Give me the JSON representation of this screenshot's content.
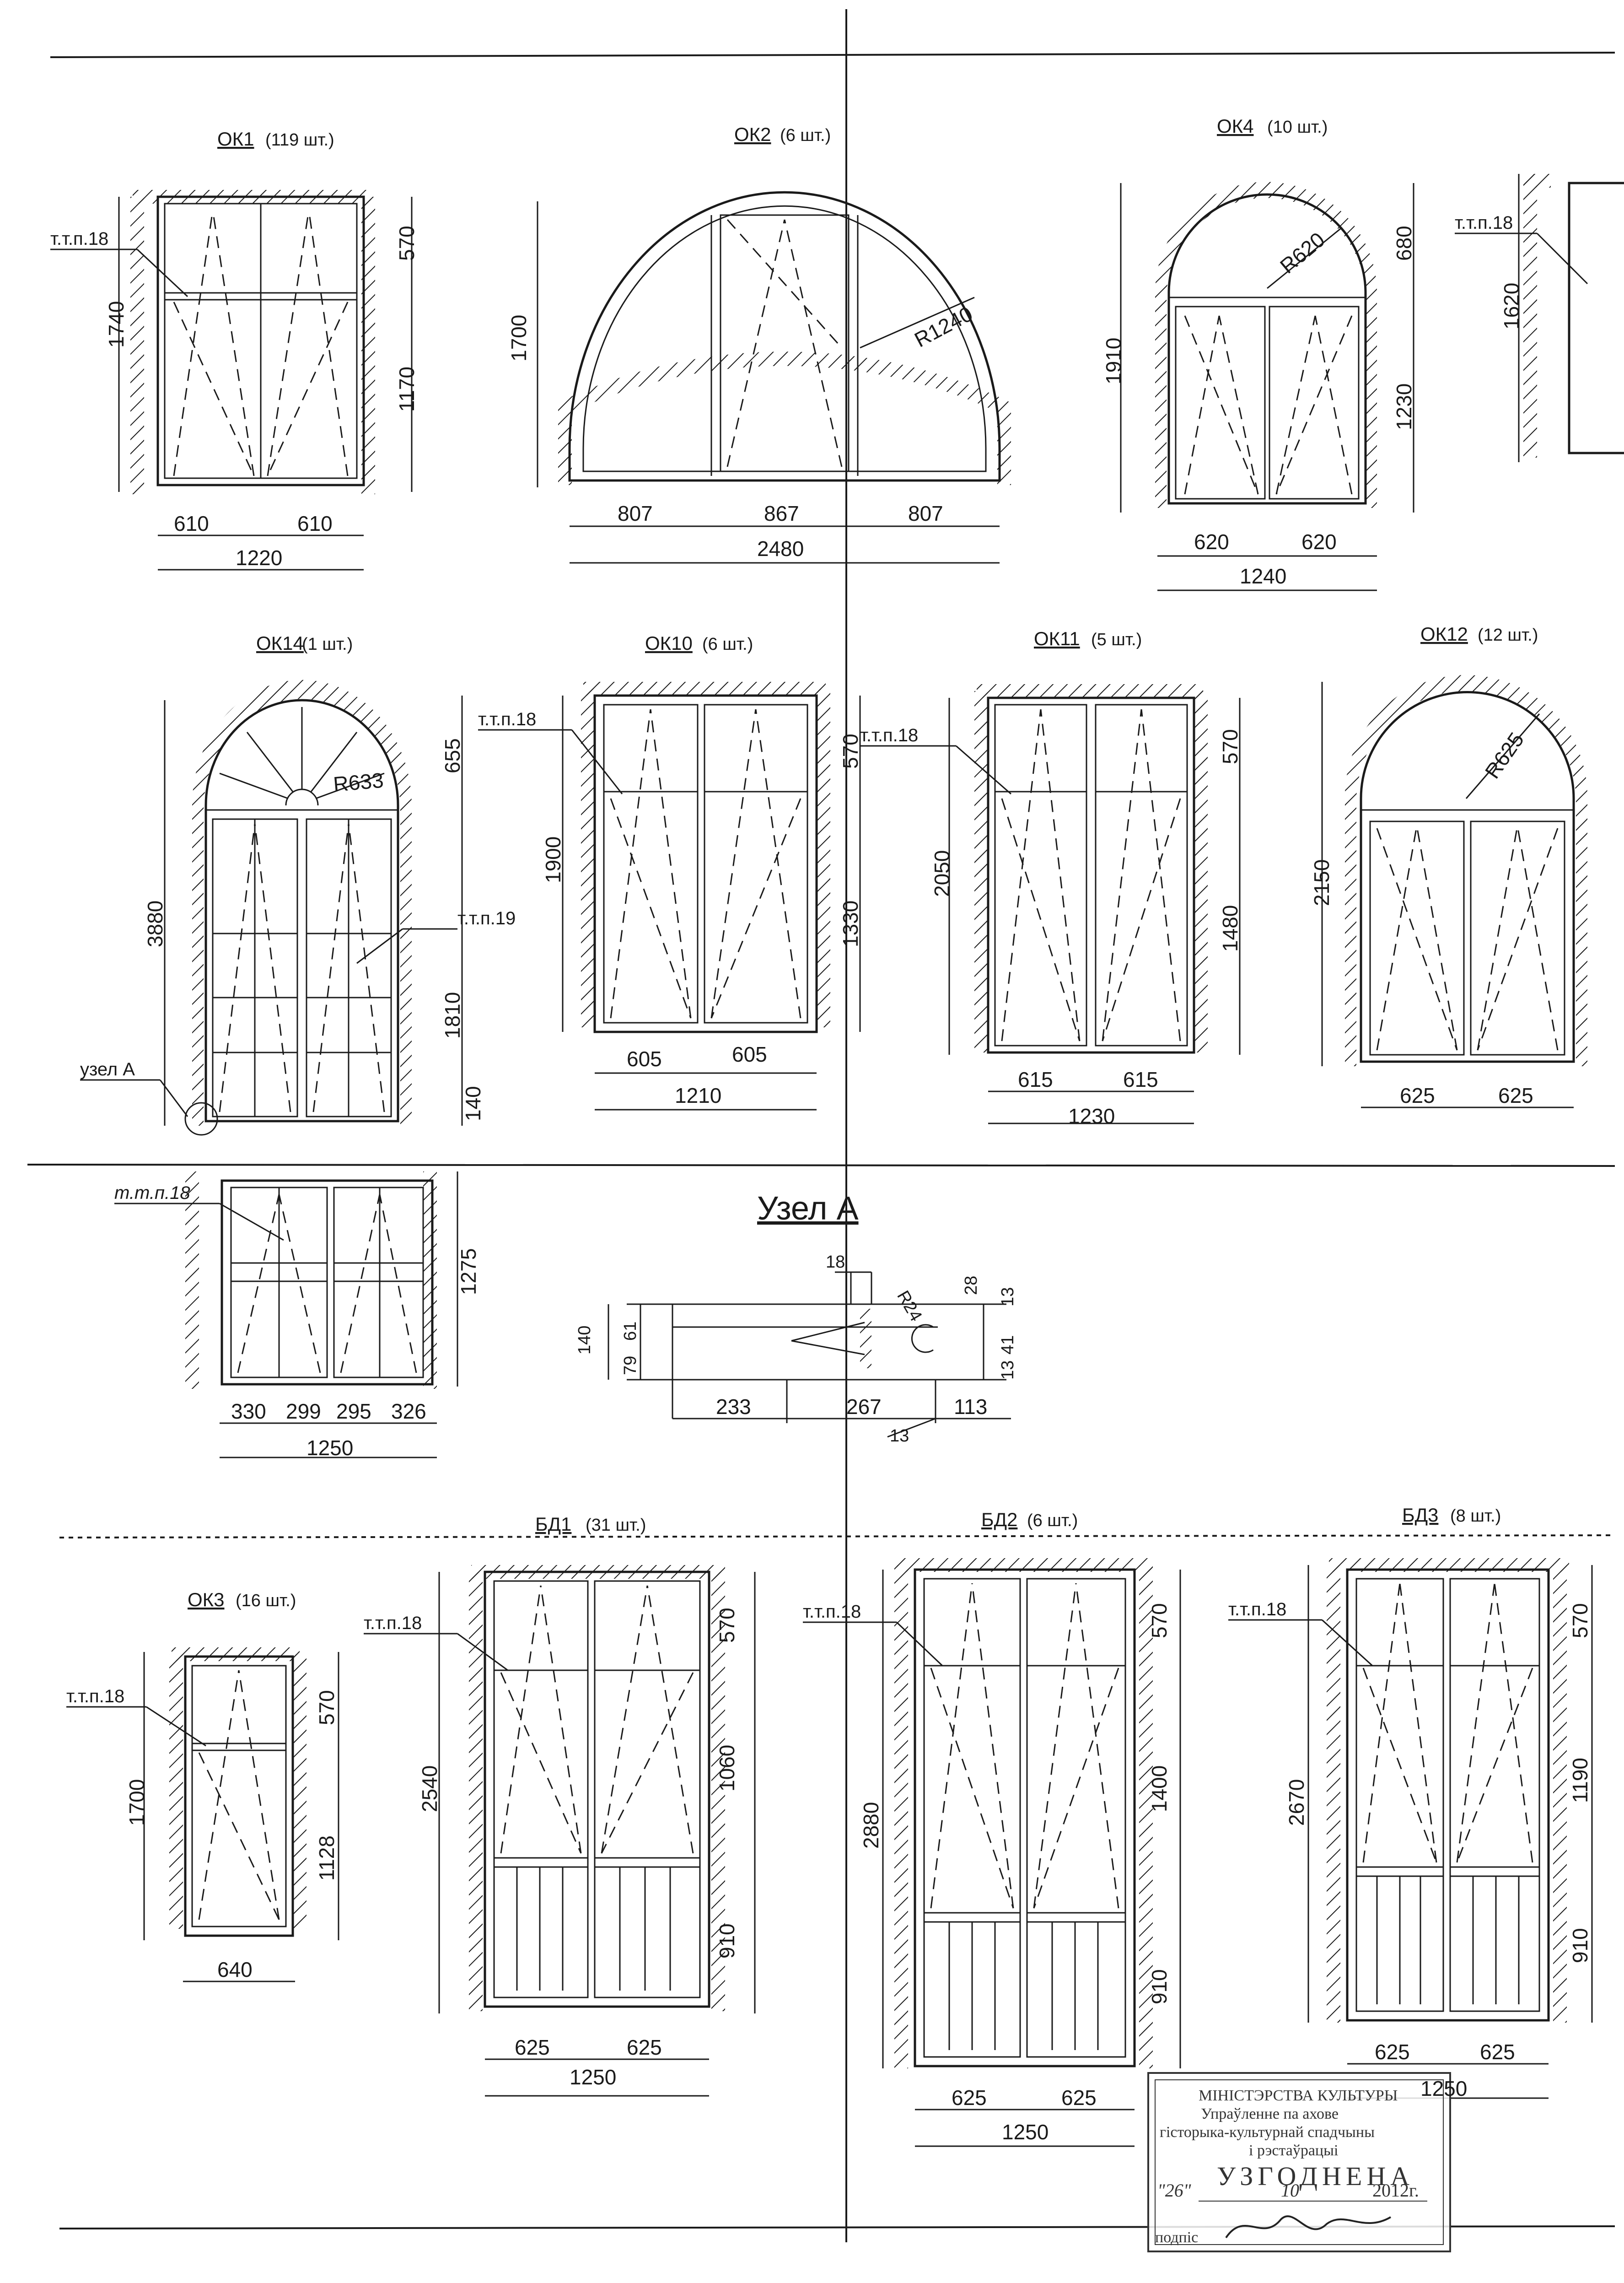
{
  "windows": [
    {
      "id": "ok1",
      "label": "ОК1",
      "count": "(119 шт.)",
      "dims": {
        "height": "1740",
        "top": "570",
        "bottom": "1170",
        "left_w": "610",
        "right_w": "610",
        "total_w": "1220"
      },
      "note": "т.т.п.18"
    },
    {
      "id": "ok2",
      "label": "ОК2",
      "count": "(6 шт.)",
      "dims": {
        "height": "1700",
        "radius": "R1240",
        "seg1": "807",
        "seg2": "867",
        "seg3": "807",
        "total_w": "2480"
      }
    },
    {
      "id": "ok4",
      "label": "ОК4",
      "count": "(10 шт.)",
      "dims": {
        "height": "1910",
        "top": "680",
        "bottom": "1230",
        "radius": "R620",
        "left_w": "620",
        "right_w": "620",
        "total_w": "1240"
      }
    },
    {
      "id": "partial",
      "note": "т.т.п.18",
      "dims": {
        "height": "1620"
      }
    },
    {
      "id": "ok14",
      "label": "ОК14",
      "count": "(1 шт.)",
      "dims": {
        "height": "3880",
        "top": "655",
        "middle": "1810",
        "bottom": "140",
        "radius": "R633"
      },
      "note": "т.т.п.19",
      "node": "узел А"
    },
    {
      "id": "ok10",
      "label": "ОК10",
      "count": "(6 шт.)",
      "dims": {
        "height": "1900",
        "top": "570",
        "bottom": "1330",
        "left_w": "605",
        "right_w": "605",
        "total_w": "1210"
      },
      "note": "т.т.п.18"
    },
    {
      "id": "ok11",
      "label": "ОК11",
      "count": "(5 шт.)",
      "dims": {
        "height": "2050",
        "top": "570",
        "bottom": "1480",
        "left_w": "615",
        "right_w": "615",
        "total_w": "1230"
      },
      "note": "т.т.п.18"
    },
    {
      "id": "ok12",
      "label": "ОК12",
      "count": "(12 шт.)",
      "dims": {
        "height": "2150",
        "radius": "R625",
        "left_w": "625",
        "right_w": "625"
      }
    },
    {
      "id": "ok14b",
      "note": "т.т.п.18",
      "dims": {
        "height": "1275",
        "s1": "330",
        "s2": "299",
        "s3": "295",
        "s4": "326",
        "total_w": "1250"
      }
    },
    {
      "id": "ok3",
      "label": "ОК3",
      "count": "(16 шт.)",
      "dims": {
        "height": "1700",
        "top": "570",
        "bottom": "1128",
        "total_w": "640"
      },
      "note": "т.т.п.18"
    },
    {
      "id": "bd1",
      "label": "БД1",
      "count": "(31 шт.)",
      "dims": {
        "height": "2540",
        "top": "570",
        "middle": "1060",
        "bottom": "910",
        "left_w": "625",
        "right_w": "625",
        "total_w": "1250"
      },
      "note": "т.т.п.18"
    },
    {
      "id": "bd2",
      "label": "БД2",
      "count": "(6 шт.)",
      "dims": {
        "height": "2880",
        "top": "570",
        "middle": "1400",
        "bottom": "910",
        "left_w": "625",
        "right_w": "625",
        "total_w": "1250"
      },
      "note": "т.т.п.18"
    },
    {
      "id": "bd3",
      "label": "БД3",
      "count": "(8 шт.)",
      "dims": {
        "height": "2670",
        "top": "570",
        "middle": "1190",
        "bottom": "910",
        "left_w": "625",
        "right_w": "625",
        "total_w": "1250"
      },
      "note": "т.т.п.18"
    }
  ],
  "node_a": {
    "title": "Узел А",
    "dims": {
      "d18": "18",
      "r24": "R24",
      "d28": "28",
      "d13a": "13",
      "d140": "140",
      "d61": "61",
      "d79": "79",
      "d41": "41",
      "d13b": "13",
      "d233": "233",
      "d267": "267",
      "d113": "113",
      "d13c": "13"
    }
  },
  "stamp": {
    "line1": "МІНІСТЭРСТВА КУЛЬТУРЫ",
    "line2": "Упраўленне па ахове",
    "line3": "гісторыка-культурнай спадчыны",
    "line4": "і рэстаўрацыі",
    "approved": "УЗГОДНЕНА",
    "day": "\"26\"",
    "month": "10",
    "year": "2012г.",
    "sign_label": "подпіс"
  },
  "stamp_overlap_dim": "1250"
}
